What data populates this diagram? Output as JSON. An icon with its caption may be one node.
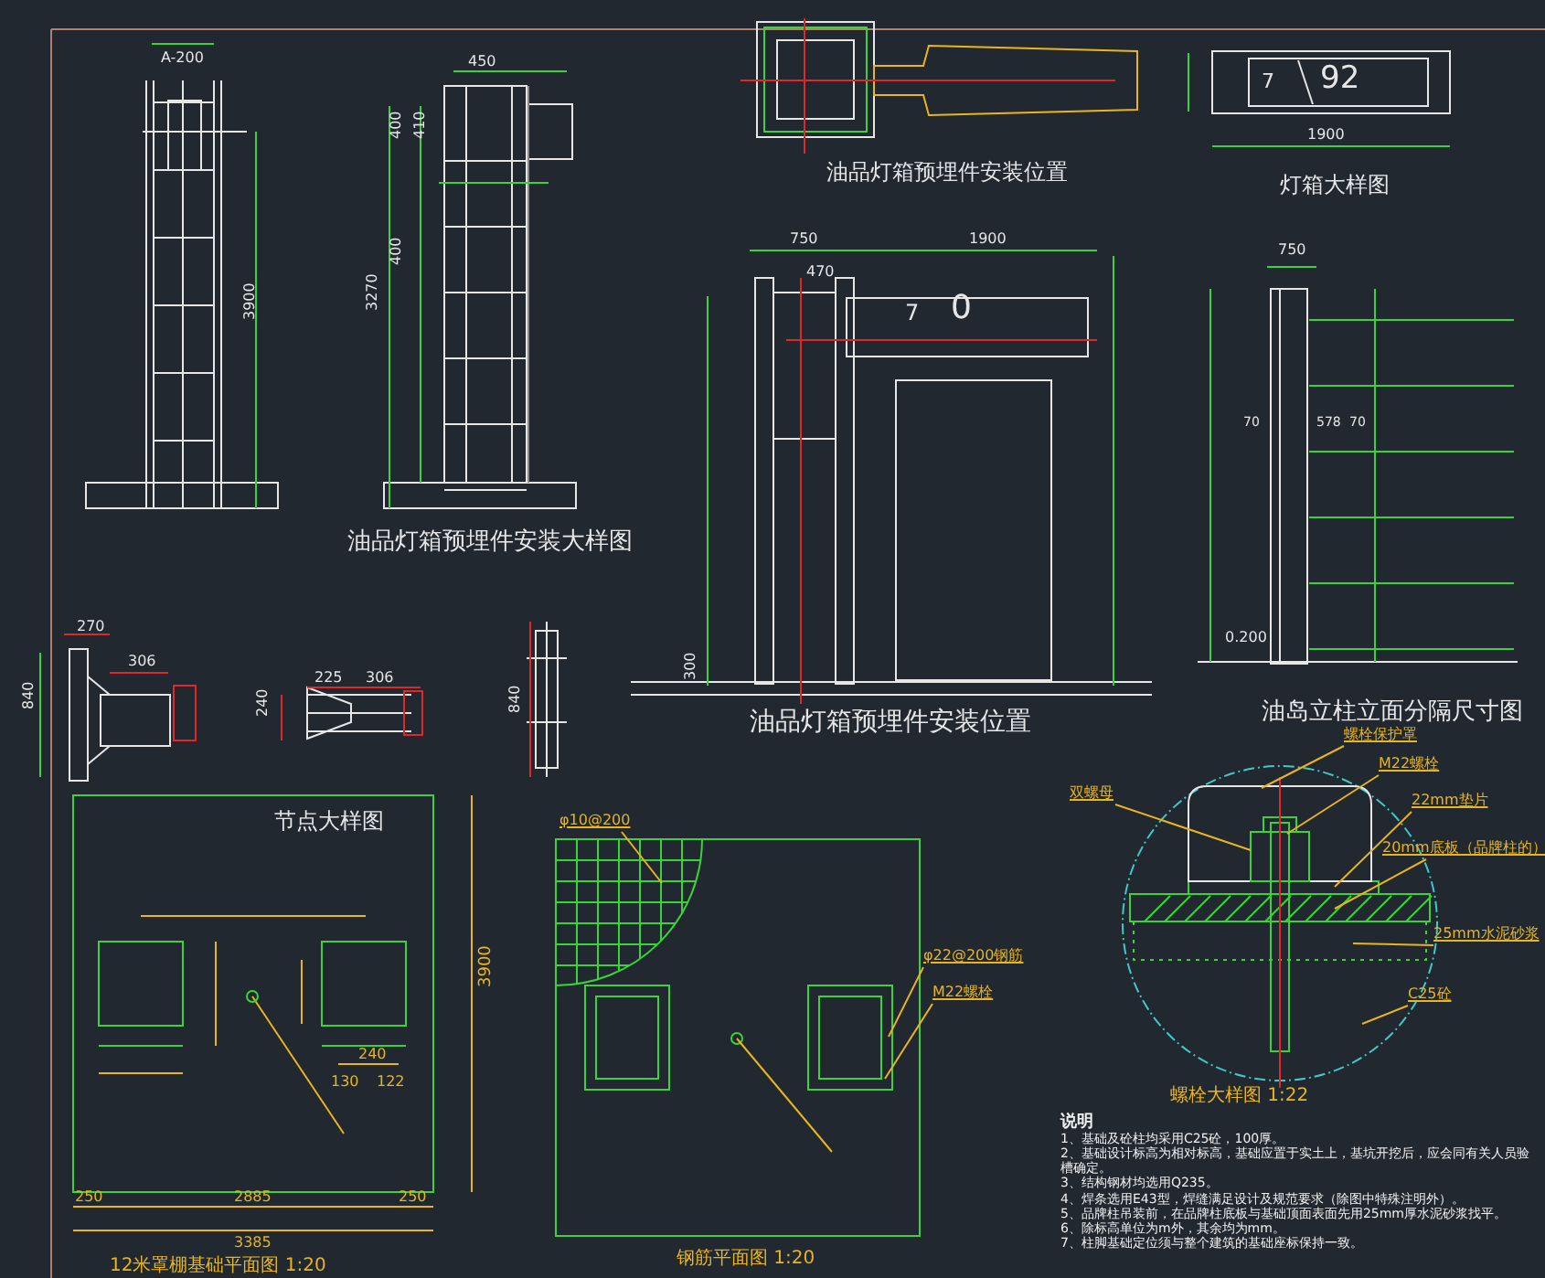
{
  "diagram": {
    "nodes": [
      {
        "text": [
          "螺栓保护罩"
        ]
      },
      {
        "text": [
          "M22螺栓"
        ]
      },
      {
        "text": [
          "双螺母"
        ]
      },
      {
        "text": [
          "22mm垫片"
        ]
      },
      {
        "text": [
          "20mm底板（品牌柱的）"
        ]
      },
      {
        "text": [
          "25mm水泥砂浆"
        ]
      },
      {
        "text": [
          "C25砼"
        ]
      },
      {
        "text": [
          "φ10@200"
        ]
      },
      {
        "text": [
          "φ22@200钢筋"
        ]
      },
      {
        "text": [
          "M22螺栓"
        ]
      }
    ],
    "edges": [
      {
        "from": 0,
        "to": null,
        "arrow": "none"
      },
      {
        "from": 1,
        "to": null,
        "arrow": "none"
      },
      {
        "from": 2,
        "to": null,
        "arrow": "none"
      },
      {
        "from": 3,
        "to": null,
        "arrow": "none"
      },
      {
        "from": 4,
        "to": null,
        "arrow": "none"
      },
      {
        "from": 5,
        "to": null,
        "arrow": "none"
      },
      {
        "from": 6,
        "to": null,
        "arrow": "none"
      },
      {
        "from": 7,
        "to": null,
        "arrow": "none"
      },
      {
        "from": 8,
        "to": null,
        "arrow": "none"
      },
      {
        "from": 9,
        "to": null,
        "arrow": "none"
      }
    ],
    "labels": [
      "A-200",
      "3900",
      "450",
      "400",
      "410",
      "400",
      "3270",
      "油品灯箱预埋件安装大样图",
      "油品灯箱预埋件安装位置",
      "7",
      "92",
      "1900",
      "灯箱大样图",
      "750",
      "1900",
      "470",
      "7",
      "0",
      "300",
      "油品灯箱预埋件安装位置",
      "750",
      "70",
      "578",
      "70",
      "0.200",
      "油岛立柱立面分隔尺寸图",
      "270",
      "840",
      "306",
      "225",
      "306",
      "240",
      "840",
      "节点大样图",
      "3900",
      "240",
      "130",
      "122",
      "250",
      "2885",
      "250",
      "3385",
      "12米罩棚基础平面图 1:20",
      "钢筋平面图 1:20",
      "螺栓大样图 1:22",
      "说明",
      "1、基础及砼柱均采用C25砼，100厚。",
      "2、基础设计标高为相对标高，基础应置于实土上，基坑开挖后，应会同有关人员验槽确定。",
      "3、结构钢材均选用Q235。",
      "4、焊条选用E43型，焊缝满足设计及规范要求（除图中特殊注明外）。",
      "5、品牌柱吊装前，在品牌柱底板与基础顶面表面先用25mm厚水泥砂浆找平。",
      "6、除标高单位为m外，其余均为mm。",
      "7、柱脚基础定位须与整个建筑的基础座标保持一致。"
    ]
  }
}
